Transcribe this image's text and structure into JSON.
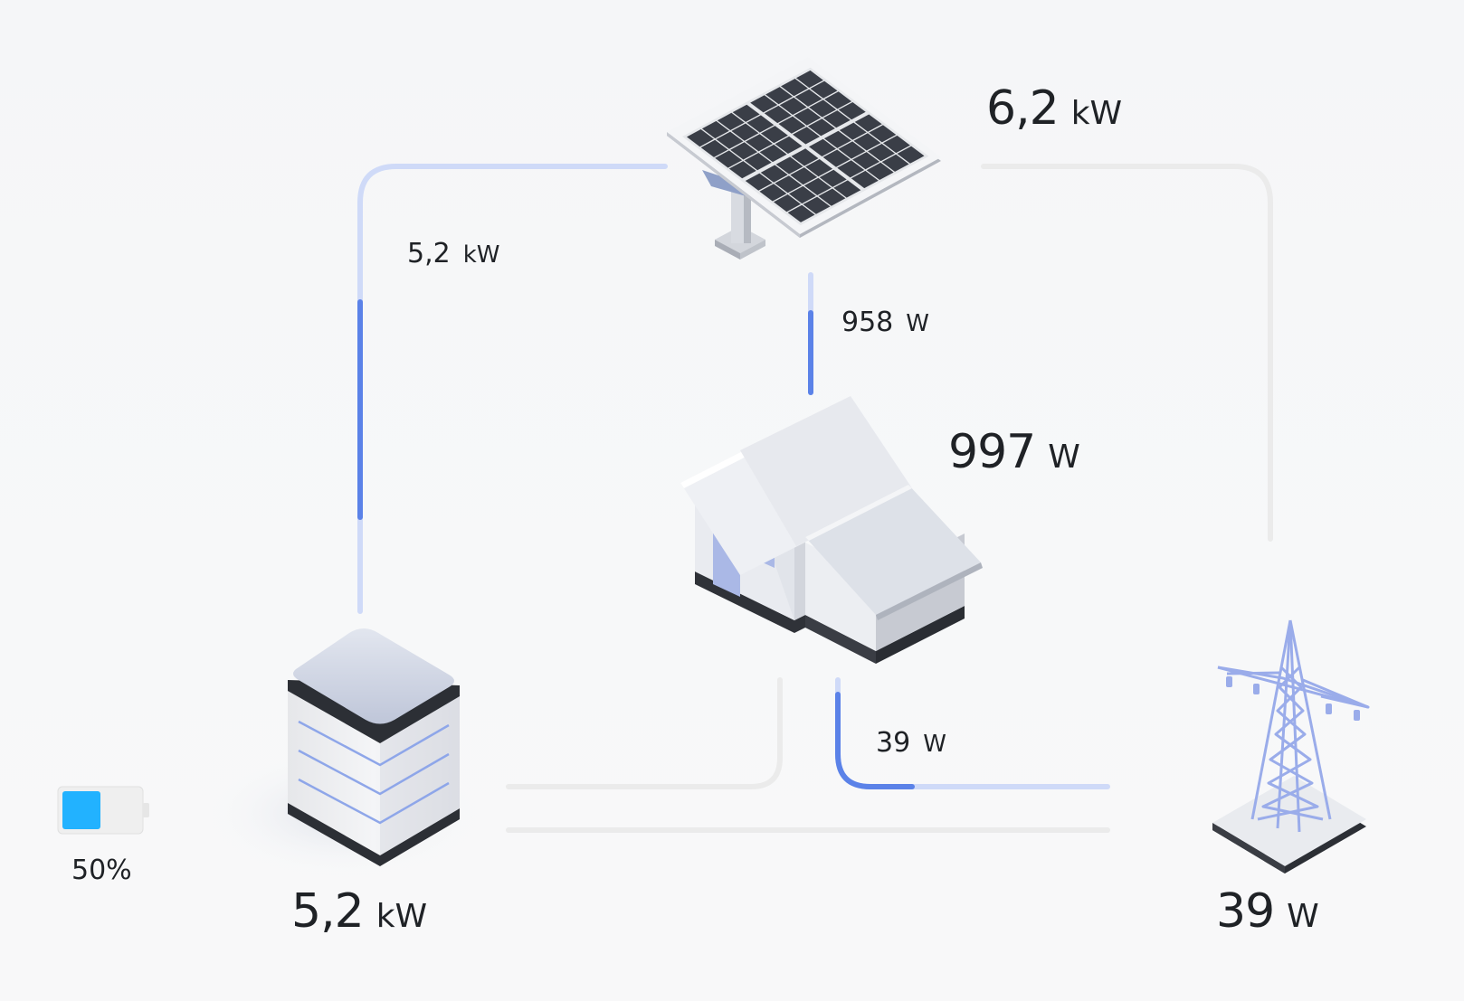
{
  "solar": {
    "value": "6,2",
    "unit": "kW"
  },
  "home": {
    "value": "997",
    "unit": "W"
  },
  "battery": {
    "value": "5,2",
    "unit": "kW",
    "charge_percent_text": "50%",
    "charge_level": 0.5
  },
  "grid": {
    "value": "39",
    "unit": "W"
  },
  "flows": {
    "solar_to_battery": {
      "value": "5,2",
      "unit": "kW"
    },
    "solar_to_home": {
      "value": "958",
      "unit": "W"
    },
    "grid_to_home": {
      "value": "39",
      "unit": "W"
    }
  },
  "colors": {
    "active_flow": "#5b82e8",
    "faint_flow": "#cfdaf8",
    "idle_flow": "#ebebeb",
    "battery_fill": "#22b2ff",
    "text": "#1f2226"
  }
}
